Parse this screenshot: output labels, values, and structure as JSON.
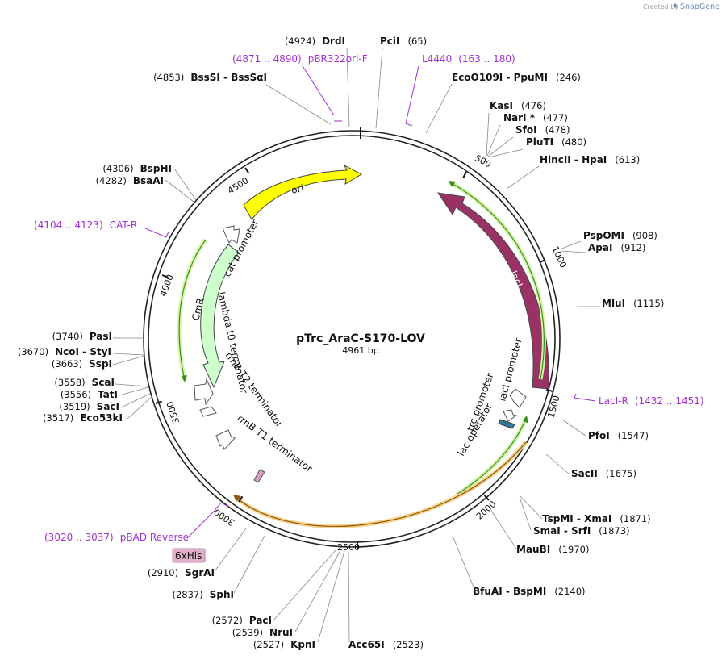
{
  "branding": {
    "created_by": "Created by",
    "app": "SnapGene"
  },
  "plasmid": {
    "name": "pTrc_AraC-S170-LOV",
    "size_label": "4961 bp",
    "length": 4961
  },
  "ticks": [
    "500",
    "1000",
    "1500",
    "2000",
    "2500",
    "3000",
    "3500",
    "4000",
    "4500"
  ],
  "sites": [
    {
      "name": "DrdI",
      "pos": "(4924)"
    },
    {
      "name": "PciI",
      "pos": "(65)"
    },
    {
      "name": "EcoO109I  - PpuMI",
      "pos": "(246)"
    },
    {
      "name": "KasI",
      "pos": "(476)"
    },
    {
      "name": "NarI *",
      "pos": "(477)"
    },
    {
      "name": "SfoI",
      "pos": "(478)"
    },
    {
      "name": "PluTI",
      "pos": "(480)"
    },
    {
      "name": "HincII  - HpaI",
      "pos": "(613)"
    },
    {
      "name": "PspOMI",
      "pos": "(908)"
    },
    {
      "name": "ApaI",
      "pos": "(912)"
    },
    {
      "name": "MluI",
      "pos": "(1115)"
    },
    {
      "name": "PfoI",
      "pos": "(1547)"
    },
    {
      "name": "SacII",
      "pos": "(1675)"
    },
    {
      "name": "TspMI  - XmaI",
      "pos": "(1871)"
    },
    {
      "name": "SmaI  - SrfI",
      "pos": "(1873)"
    },
    {
      "name": "MauBI",
      "pos": "(1970)"
    },
    {
      "name": "BfuAI  - BspMI",
      "pos": "(2140)"
    },
    {
      "name": "Acc65I",
      "pos": "(2523)"
    },
    {
      "name": "KpnI",
      "pos": "(2527)"
    },
    {
      "name": "NruI",
      "pos": "(2539)"
    },
    {
      "name": "PacI",
      "pos": "(2572)"
    },
    {
      "name": "SphI",
      "pos": "(2837)"
    },
    {
      "name": "SgrAI",
      "pos": "(2910)"
    },
    {
      "name": "Eco53kI",
      "pos": "(3517)"
    },
    {
      "name": "SacI",
      "pos": "(3519)"
    },
    {
      "name": "TatI",
      "pos": "(3556)"
    },
    {
      "name": "ScaI",
      "pos": "(3558)"
    },
    {
      "name": "SspI",
      "pos": "(3663)"
    },
    {
      "name": "NcoI  - StyI",
      "pos": "(3670)"
    },
    {
      "name": "PasI",
      "pos": "(3740)"
    },
    {
      "name": "BsaAI",
      "pos": "(4282)"
    },
    {
      "name": "BspHI",
      "pos": "(4306)"
    },
    {
      "name": "BssSI  - BssSαI",
      "pos": "(4853)"
    }
  ],
  "primers": [
    {
      "name": "pBR322ori-F",
      "pos": "(4871 .. 4890)"
    },
    {
      "name": "L4440",
      "pos": "(163 .. 180)"
    },
    {
      "name": "LacI-R",
      "pos": "(1432 .. 1451)"
    },
    {
      "name": "pBAD Reverse",
      "pos": "(3020 .. 3037)"
    },
    {
      "name": "CAT-R",
      "pos": "(4104 .. 4123)"
    }
  ],
  "features": {
    "ori": "ori",
    "laci": "lacI",
    "cmr": "CmR",
    "cat_promoter": "cat promoter",
    "lambda_t0": "lambda t0 terminator",
    "rrnb_t2": "rrnB T2 terminator",
    "rrnb_t1": "rrnB T1 terminator",
    "laci_promoter": "lacI promoter",
    "trc_promoter": "trc promoter",
    "lac_operator": "lac operator",
    "tag_6xhis": "6xHis"
  },
  "colors": {
    "ori": "#ffff00",
    "laci": "#993366",
    "cmr": "#ccffcc",
    "orf_green": "#3a8f1a",
    "orf_green_glow": "#d6f5a8",
    "orf_orange": "#8a5a0a",
    "orf_orange_glow": "#f7d38f",
    "primer": "#a22fd6",
    "lac_operator": "#2f7a9a",
    "his_tag": "#e0b0c8"
  }
}
